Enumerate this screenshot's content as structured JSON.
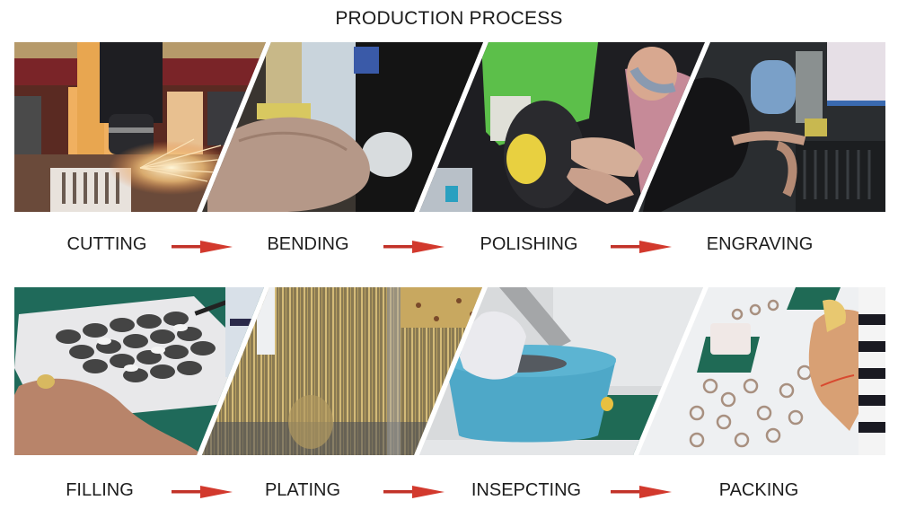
{
  "title": "PRODUCTION PROCESS",
  "steps_row1": [
    {
      "label": "CUTTING",
      "photo": "laser-cutting-machine-sparks"
    },
    {
      "label": "BENDING",
      "photo": "hands-bending-on-machine"
    },
    {
      "label": "POLISHING",
      "photo": "worker-at-polishing-wheel"
    },
    {
      "label": "ENGRAVING",
      "photo": "worker-at-engraving-machine"
    }
  ],
  "steps_row2": [
    {
      "label": "FILLING",
      "photo": "hand-filling-enamel-on-pieces"
    },
    {
      "label": "PLATING",
      "photo": "gold-plated-chains-hanging"
    },
    {
      "label": "INSEPCTING",
      "photo": "gloved-hand-blue-basket"
    },
    {
      "label": "PACKING",
      "photo": "hands-sorting-rings-on-table"
    }
  ],
  "arrow_icon": "right-arrow-icon",
  "colors": {
    "arrow": "#d2392d",
    "text": "#1d1d1d",
    "background": "#ffffff"
  }
}
